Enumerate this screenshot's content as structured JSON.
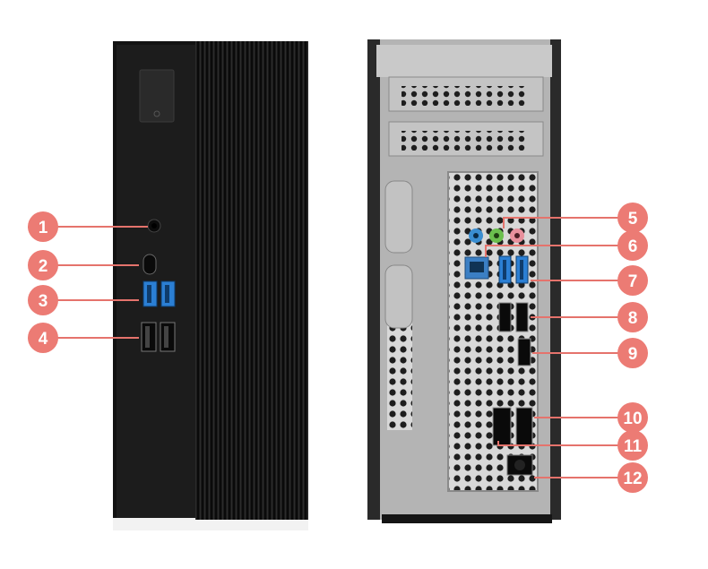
{
  "colors": {
    "callout_fill": "#ec7b74",
    "callout_line": "#e5736c",
    "front_panel": "#151515",
    "rear_panel": "#bcbcbc",
    "io_shield": "#dcdcdc",
    "usb_blue": "#2b7fd4",
    "ethernet_blue": "#3b7fc4",
    "audio_blue": "#3a8ed1",
    "audio_green": "#6bbf4e",
    "audio_pink": "#e8909c"
  },
  "views": [
    {
      "view": "front-panel",
      "components": [
        "power-button",
        "audio-jack",
        "usb-c-port",
        "usb-3-ports-blue",
        "usb-2-ports-black"
      ]
    },
    {
      "view": "rear-panel",
      "components": [
        "expansion-slot-covers",
        "audio-jacks",
        "ethernet-port",
        "usb-3-ports-blue",
        "usb-2-ports-black",
        "displayport",
        "hdmi-port",
        "dvi-port",
        "dc-power-input"
      ]
    }
  ],
  "callouts": [
    {
      "num": "1",
      "side": "front"
    },
    {
      "num": "2",
      "side": "front"
    },
    {
      "num": "3",
      "side": "front"
    },
    {
      "num": "4",
      "side": "front"
    },
    {
      "num": "5",
      "side": "rear"
    },
    {
      "num": "6",
      "side": "rear"
    },
    {
      "num": "7",
      "side": "rear"
    },
    {
      "num": "8",
      "side": "rear"
    },
    {
      "num": "9",
      "side": "rear"
    },
    {
      "num": "10",
      "side": "rear"
    },
    {
      "num": "11",
      "side": "rear"
    },
    {
      "num": "12",
      "side": "rear"
    }
  ]
}
